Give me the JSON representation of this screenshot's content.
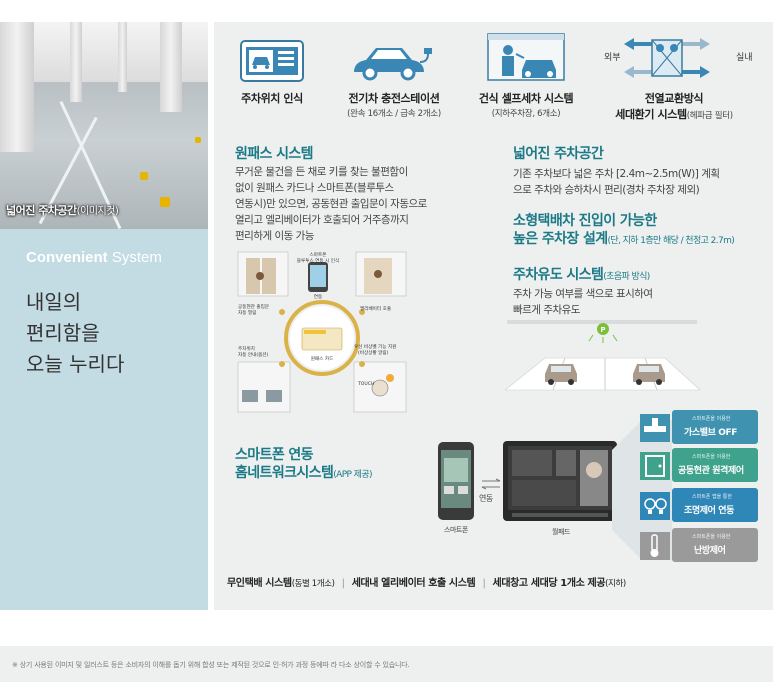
{
  "photo": {
    "caption_main": "넓어진 주차공간",
    "caption_sub": "(이미지컷)"
  },
  "left_panel": {
    "convenient_bold": "Convenient",
    "convenient_rest": " System",
    "slogan_lines": [
      "내일의",
      "편리함을",
      "오늘 누리다"
    ]
  },
  "top_icons": [
    {
      "label": "주차위치 인식",
      "sub": "",
      "icon": "parking-location-icon"
    },
    {
      "label": "전기차 충전스테이션",
      "sub": "(완속 16개소 / 급속 2개소)",
      "icon": "ev-charging-icon"
    },
    {
      "label": "건식 셀프세차 시스템",
      "sub": "(지하주차장, 6개소)",
      "icon": "car-wash-icon"
    },
    {
      "label": "전열교환방식",
      "label2": "세대환기 시스템",
      "sub": "(헤파급 필터)",
      "icon": "ventilation-icon",
      "out_label": "외부",
      "in_label": "실내"
    }
  ],
  "onepass": {
    "title": "원패스 시스템",
    "lines": [
      "무거운 물건을 든 채로 키를 찾는 불편함이",
      "없이 원패스 카드나 스마트폰(블루투스",
      "연동시)만 있으면, 공동현관 출입문이 자동으로",
      "열리고 엘리베이터가 호출되어 거주층까지",
      "편리하게 이동 가능"
    ],
    "diagram": {
      "top_note_1": "스마트폰",
      "top_note_2": "블루투스 연동 시 인식",
      "left_note_1": "공동현관 출입문",
      "left_note_2": "자동 열림",
      "right_note": "엘리베이터 호출",
      "left_bottom_1": "주차위치",
      "left_bottom_2": "자동 안내(옵션)",
      "right_bottom_1": "우선 비상벨 기능 지원",
      "right_bottom_2": "(비상상황 알림)",
      "center": "원패스 카드",
      "link_badge": "연동",
      "touch": "TOUCH"
    }
  },
  "wide_parking": {
    "title": "넓어진 주차공간",
    "lines": [
      "기존 주차보다 넓은 주차 [2.4m~2.5m(W)] 계획",
      "으로 주차와 승하차시 편리(경차 주차장 제외)"
    ]
  },
  "compact_taxi": {
    "title_line1": "소형택배차 진입이 가능한",
    "title_line2": "높은 주차장 설계",
    "note": "(단, 지하 1층만 해당 / 천정고 2.7m)"
  },
  "parking_guide": {
    "title": "주차유도 시스템",
    "note": "(초음파 방식)",
    "lines": [
      "주차 가능 여부를 색으로 표시하여",
      "빠르게 주차유도"
    ],
    "sensor_label": "P"
  },
  "smart_home": {
    "title_line1": "스마트폰 연동",
    "title_line2": "홈네트워크시스템",
    "note": "(APP 제공)",
    "phone_label": "스마트폰",
    "link_label": "연동",
    "wallpad_label": "월패드",
    "controls": [
      {
        "top": "스마트폰을 이용한",
        "label": "가스밸브 OFF",
        "color": "#3f93b0",
        "icon": "gas-valve-icon"
      },
      {
        "top": "스마트폰을 이용한",
        "label": "공동현관 원격제어",
        "color": "#3fa28c",
        "icon": "door-remote-icon"
      },
      {
        "top": "스마트폰 앱을 통한",
        "label": "조명제어 연동",
        "color": "#2f87b7",
        "icon": "lighting-icon"
      },
      {
        "top": "스마트폰을 이용한",
        "label": "난방제어",
        "color": "#9a9a9a",
        "icon": "thermometer-icon"
      }
    ]
  },
  "footer": [
    {
      "label": "무인택배 시스템",
      "note": "(동별 1개소)"
    },
    {
      "label": "세대내 엘리베이터 호출 시스템",
      "note": ""
    },
    {
      "label": "세대창고 세대당 1개소 제공",
      "note": "(지하)"
    }
  ],
  "disclaimer": "※ 상기 사용된 이미지 및 일러스트 등은 소비자의 이해를 돕기 위해 합성 또는 제작된 것으로 인·허가 과정 등에따 라 다소 상이할 수 있습니다.",
  "colors": {
    "teal": "#1c7a86",
    "panel": "#c3dbe3",
    "gray_bg": "#eef0f0"
  }
}
